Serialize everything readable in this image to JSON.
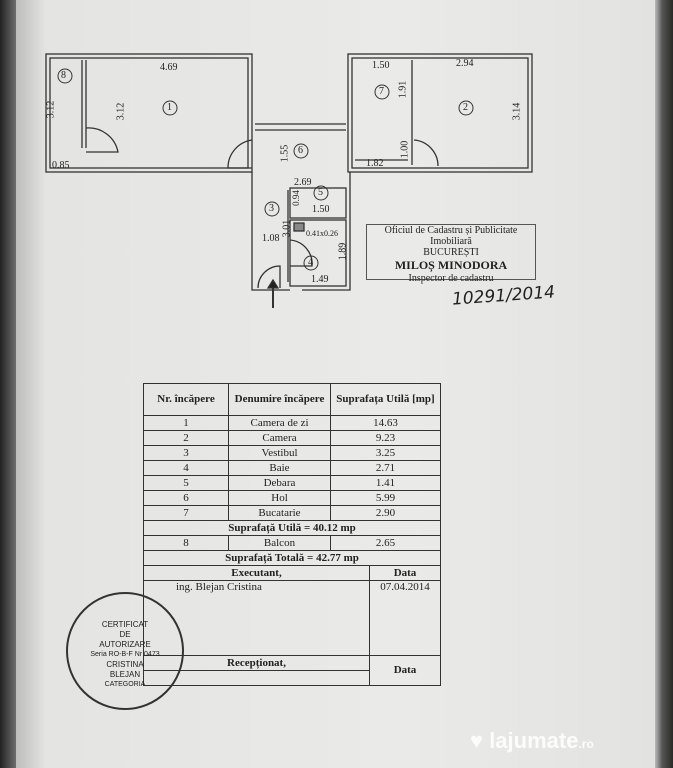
{
  "plan": {
    "dims": {
      "balcony_h": "3.12",
      "balcony_w": "0.85",
      "r1_w": "4.69",
      "r1_h": "3.12",
      "r7_w": "1.50",
      "r7_h": "1.91",
      "r2_w": "2.94",
      "r2_h": "3.14",
      "hol_h": "1.55",
      "hol_w": "1.82",
      "door": "1.00",
      "r5_top": "2.69",
      "r5_h": "0.94",
      "r5_w": "1.50",
      "r3_h": "3.01",
      "r3_w": "1.08",
      "duct": "0.41x0.26",
      "r4_h": "1.89",
      "r4_w": "1.49"
    },
    "rooms": [
      "1",
      "2",
      "3",
      "4",
      "5",
      "6",
      "7",
      "8"
    ]
  },
  "cadastru": {
    "line1": "Oficiul de Cadastru și Publicitate Imobiliară",
    "line2": "BUCUREȘTI",
    "line3": "MILOȘ MINODORA",
    "line4": "Inspector de cadastru"
  },
  "handwritten": "10291/2014",
  "table": {
    "headers": [
      "Nr. încăpere",
      "Denumire încăpere",
      "Suprafața Utilă [mp]"
    ],
    "rows": [
      [
        "1",
        "Camera de zi",
        "14.63"
      ],
      [
        "2",
        "Camera",
        "9.23"
      ],
      [
        "3",
        "Vestibul",
        "3.25"
      ],
      [
        "4",
        "Baie",
        "2.71"
      ],
      [
        "5",
        "Debara",
        "1.41"
      ],
      [
        "6",
        "Hol",
        "5.99"
      ],
      [
        "7",
        "Bucatarie",
        "2.90"
      ]
    ],
    "util": "Suprafață Utilă = 40.12 mp",
    "balcon": [
      "8",
      "Balcon",
      "2.65"
    ],
    "total": "Suprafață Totală = 42.77 mp",
    "executant": "Executant,",
    "data_label": "Data",
    "engineer": "ing. Blejan Cristina",
    "date": "07.04.2014",
    "receptionat": "Recepționat,",
    "data_label2": "Data"
  },
  "stamp": {
    "l1": "CERTIFICAT",
    "l2": "DE",
    "l3": "AUTORIZARE",
    "l4": "Seria RO-B-F Nr 0473",
    "l5": "CRISTINA",
    "l6": "BLEJAN",
    "l7": "CATEGORIA"
  },
  "watermark": {
    "brand": "lajumate",
    "tld": ".ro"
  }
}
